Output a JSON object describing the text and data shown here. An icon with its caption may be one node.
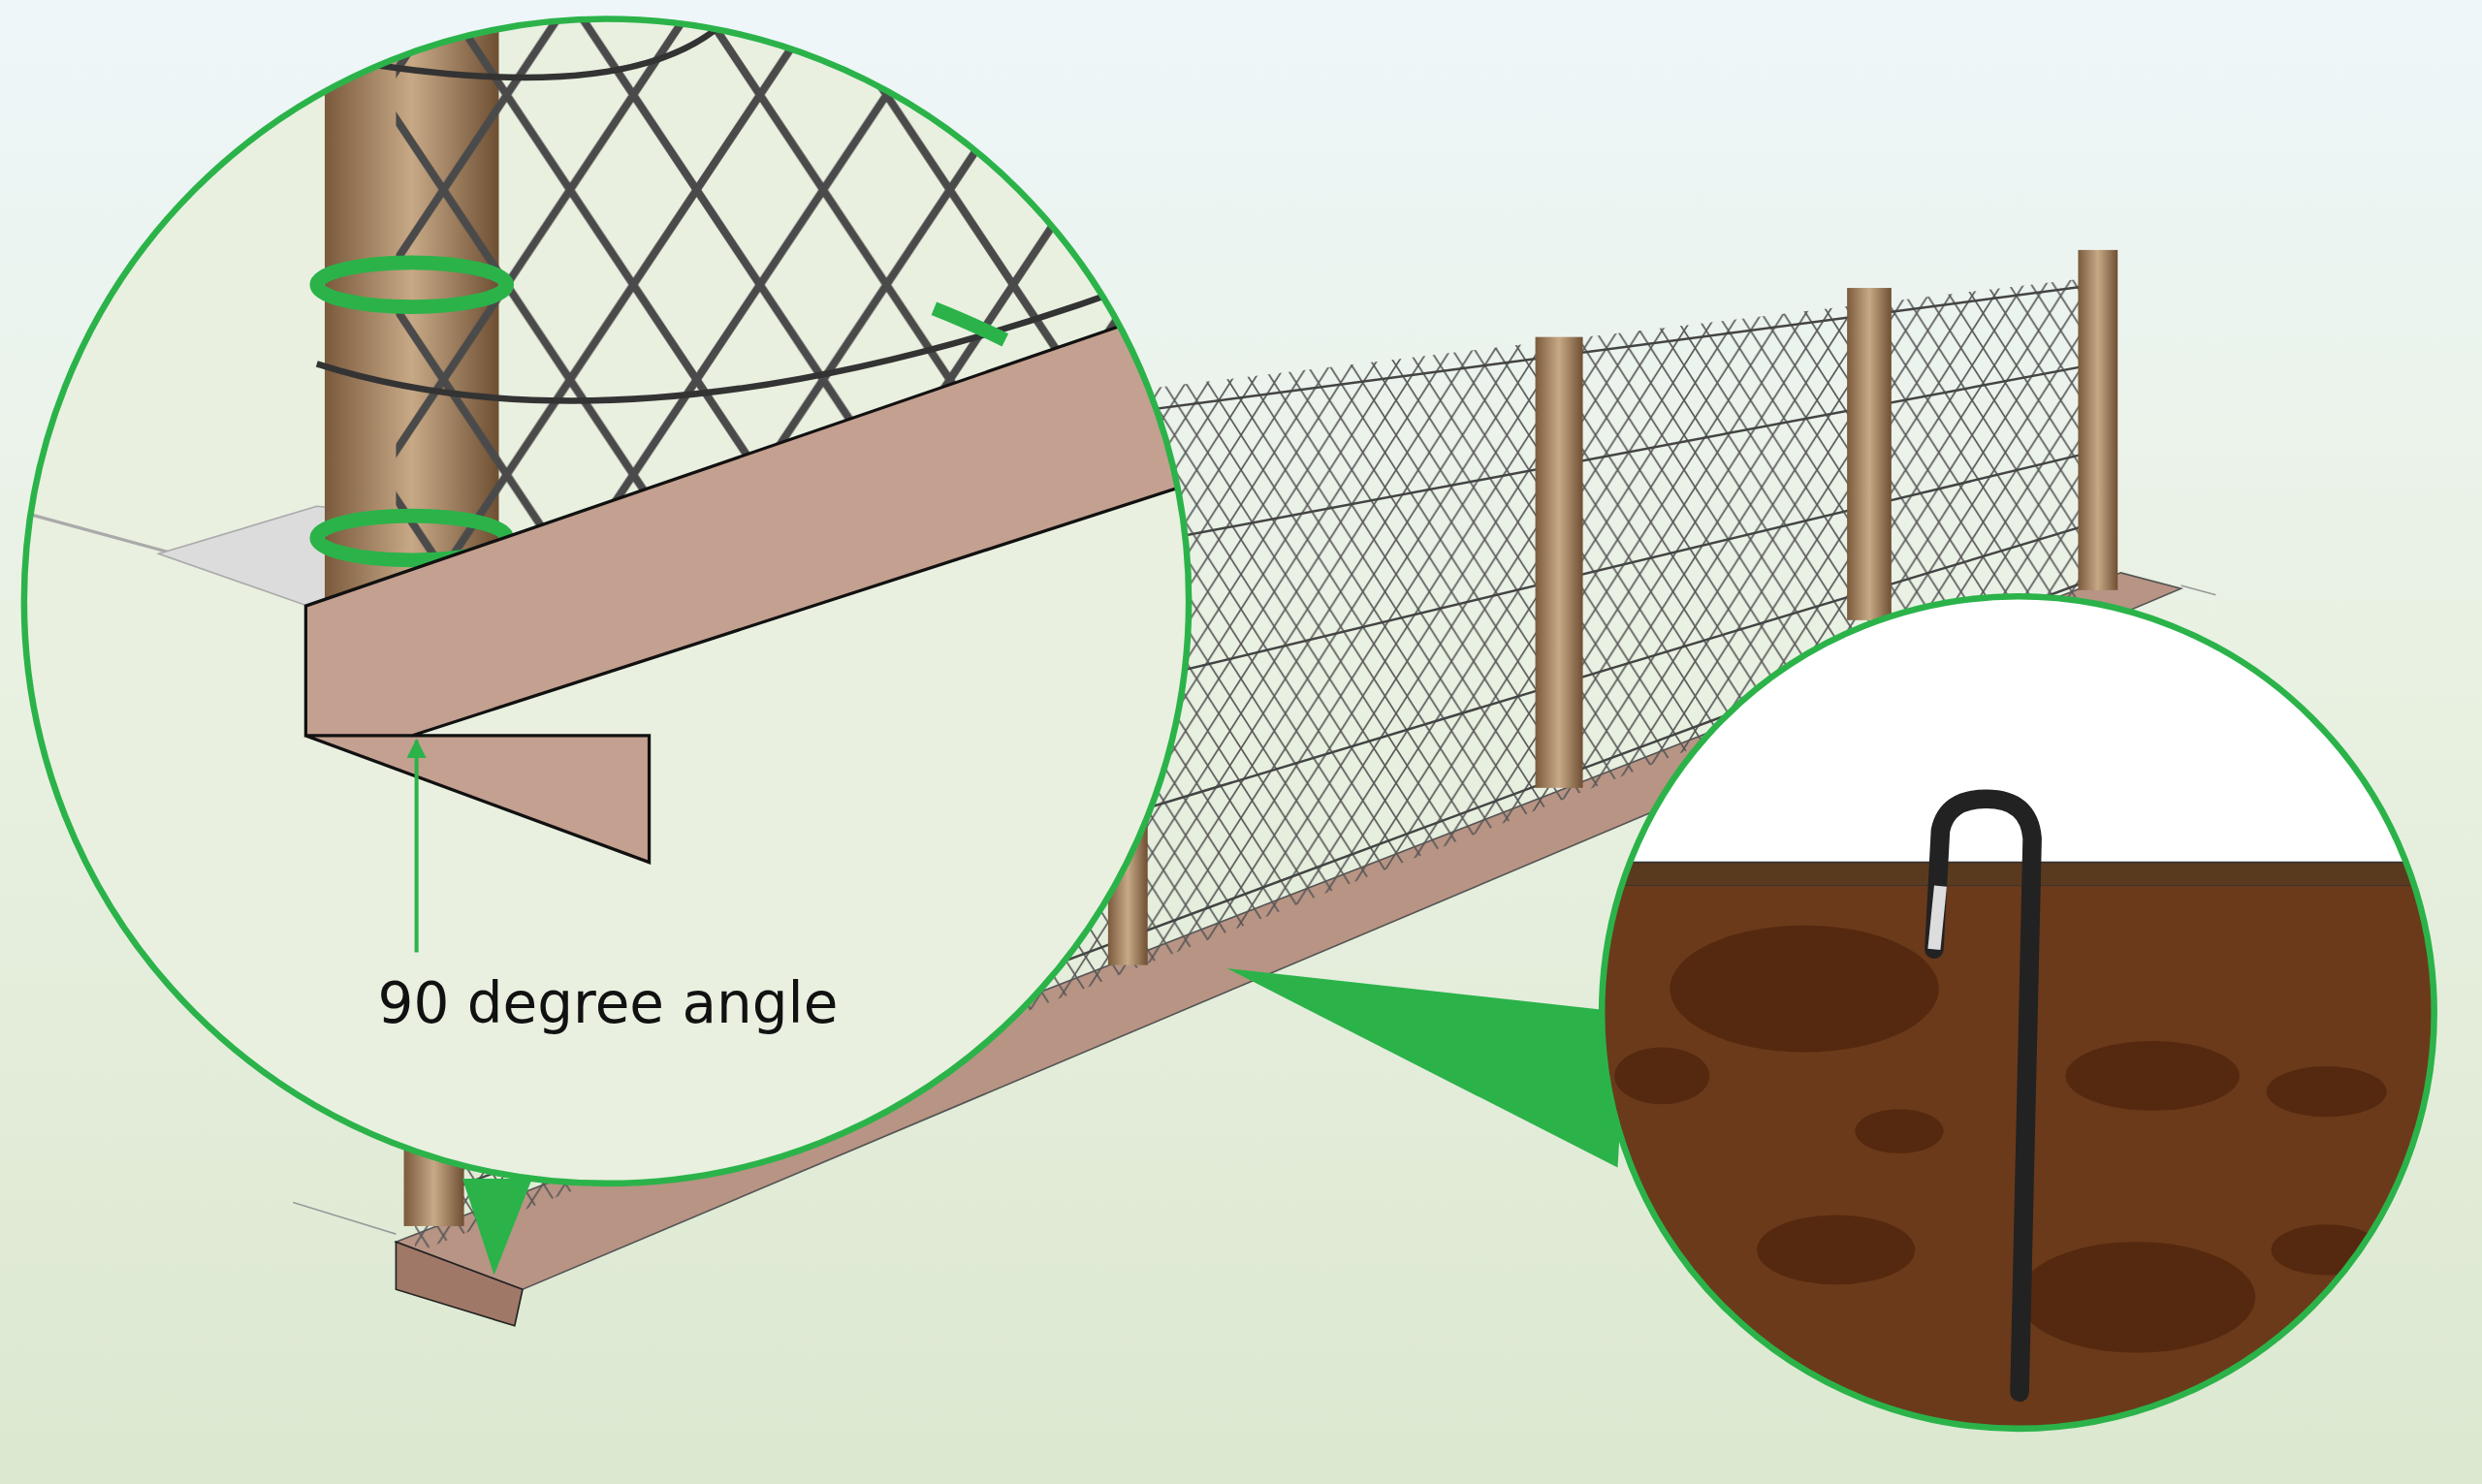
{
  "diagram": {
    "nodes": [
      {
        "text": [
          "90 degree angle"
        ]
      },
      {
        "text": [],
        "shape": "picture"
      }
    ],
    "edges": [
      {
        "from": 0,
        "to": 1,
        "arrow": "to"
      }
    ]
  }
}
